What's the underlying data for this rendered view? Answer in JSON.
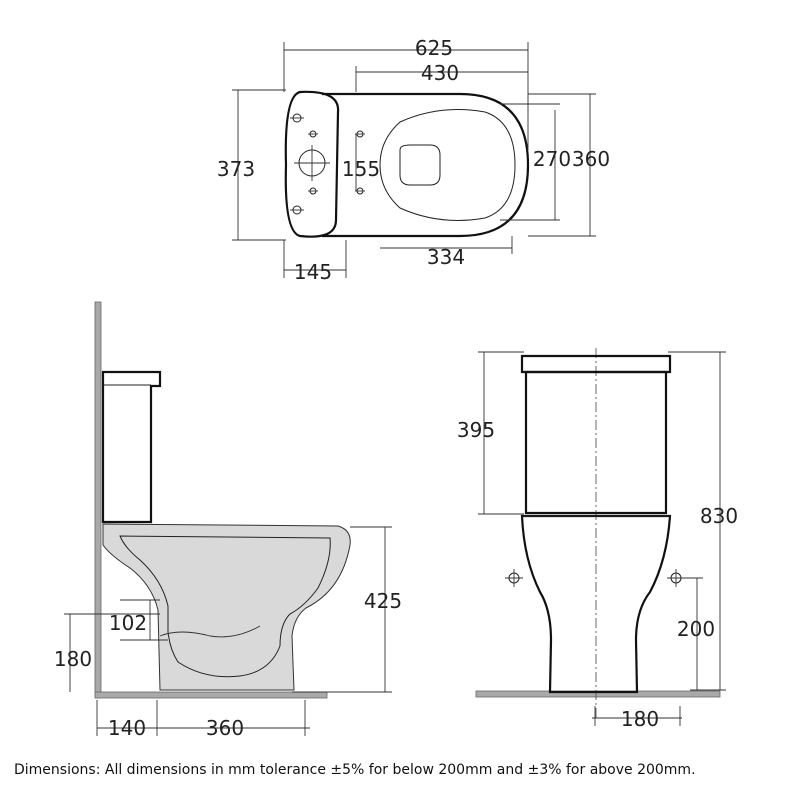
{
  "dimensions": {
    "top_width": "625",
    "top_bowl_length": "430",
    "top_depth": "373",
    "top_waste_offset": "155",
    "top_seat_width": "270",
    "top_width_overall": "360",
    "top_cistern": "145",
    "top_bowl": "334",
    "side_waste_height": "102",
    "side_pan_height": "425",
    "side_inlet_height": "180",
    "side_wall_gap": "140",
    "side_base": "360",
    "front_cistern": "395",
    "front_total_height": "830",
    "front_fixing_height": "200",
    "front_base_width": "180"
  },
  "footnote": "Dimensions: All dimensions in mm tolerance ±5% for below 200mm and ±3% for above 200mm."
}
